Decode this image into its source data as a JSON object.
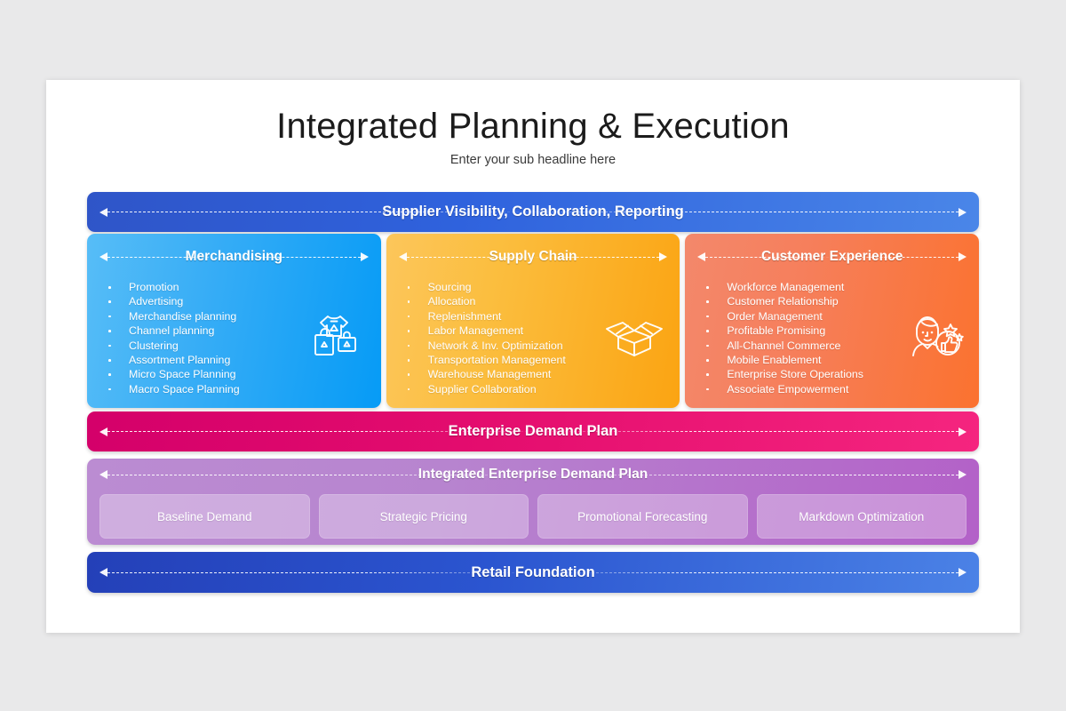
{
  "slide": {
    "title": "Integrated Planning & Execution",
    "subtitle": "Enter your sub headline here"
  },
  "bands": {
    "top": {
      "label": "Supplier Visibility,  Collaboration, Reporting",
      "color": "#2f62dd"
    },
    "demand_plan": {
      "label": "Enterprise Demand Plan",
      "color": "#e40d6e"
    },
    "integrated_plan": {
      "label": "Integrated Enterprise Demand Plan",
      "color": "#b784cf"
    },
    "foundation": {
      "label": "Retail Foundation",
      "color": "#2b55d0"
    }
  },
  "panels": [
    {
      "title": "Merchandising",
      "color": "#37adf6",
      "icon": "tshirt-shopping-bag-icon",
      "items": [
        "Promotion",
        "Advertising",
        "Merchandise planning",
        "Channel planning",
        "Clustering",
        "Assortment Planning",
        "Micro Space Planning",
        "Macro Space Planning"
      ]
    },
    {
      "title": "Supply Chain",
      "color": "#fbbe3f",
      "icon": "open-box-icon",
      "items": [
        "Sourcing",
        "Allocation",
        "Replenishment",
        "Labor Management",
        "Network & Inv. Optimization",
        "Transportation Management",
        "Warehouse  Management",
        "Supplier Collaboration"
      ]
    },
    {
      "title": "Customer Experience",
      "color": "#f67f5c",
      "icon": "customer-satisfaction-icon",
      "items": [
        "Workforce Management",
        "Customer Relationship",
        "Order Management",
        "Profitable Promising",
        "All-Channel Commerce",
        "Mobile Enablement",
        "Enterprise Store Operations",
        "Associate Empowerment"
      ]
    }
  ],
  "subboxes": [
    {
      "label": "Baseline Demand"
    },
    {
      "label": "Strategic Pricing"
    },
    {
      "label": "Promotional Forecasting"
    },
    {
      "label": "Markdown Optimization"
    }
  ]
}
